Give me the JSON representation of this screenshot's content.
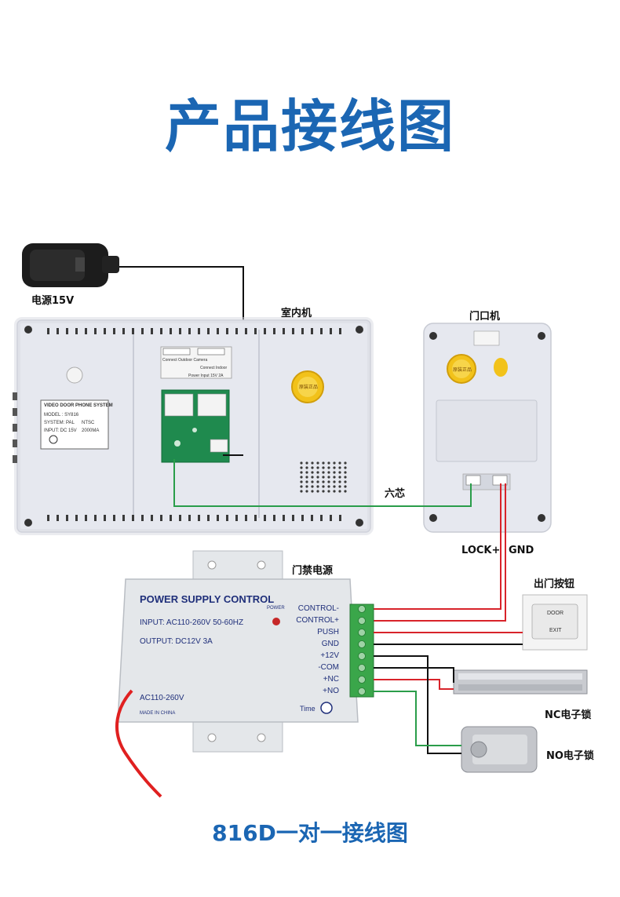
{
  "title": "产品接线图",
  "footer_title": "816D一对一接线图",
  "labels": {
    "power_adapter": "电源15V",
    "indoor_unit": "室内机",
    "outdoor_unit": "门口机",
    "six_core": "六芯",
    "lock_plus": "LOCK+",
    "gnd": "GND",
    "access_power": "门禁电源",
    "exit_button": "出门按钮",
    "nc_lock": "NC电子锁",
    "no_lock": "NO电子锁"
  },
  "psu": {
    "title": "POWER SUPPLY CONTROL",
    "input": "INPUT: AC110-260V 50-60HZ",
    "output": "OUTPUT:  DC12V  3A",
    "power_indicator": "POWER",
    "ac_label": "AC110-260V",
    "made_in": "MADE IN CHINA",
    "time_label": "Time",
    "terminals": [
      "CONTROL-",
      "CONTROL+",
      "PUSH",
      "GND",
      "+12V",
      "-COM",
      "+NC",
      "+NO"
    ]
  },
  "monitor": {
    "sticker_lines": [
      "VIDEO DOOR PHONE SYSTEM",
      "MODEL : SY816",
      "SYSTEM: PAL",
      "NTSC",
      "INPUT:  DC 15V",
      "2000MA"
    ],
    "port_labels": [
      "Connect Outdoor Camera",
      "Connect Indoor",
      "Power Input 15V 2A"
    ],
    "seal_text": "原装正品"
  },
  "outdoor": {
    "seal_text": "原装正品"
  },
  "exit_button": {
    "line1": "DOOR",
    "line2": "EXIT"
  },
  "colors": {
    "title_blue": "#1b66b3",
    "wire_red": "#d8232a",
    "wire_green": "#2a9d4a",
    "wire_black": "#111111",
    "case_grey": "#e6e8ef",
    "psu_grey": "#e4e7ea",
    "terminal_green": "#3aa64a"
  }
}
